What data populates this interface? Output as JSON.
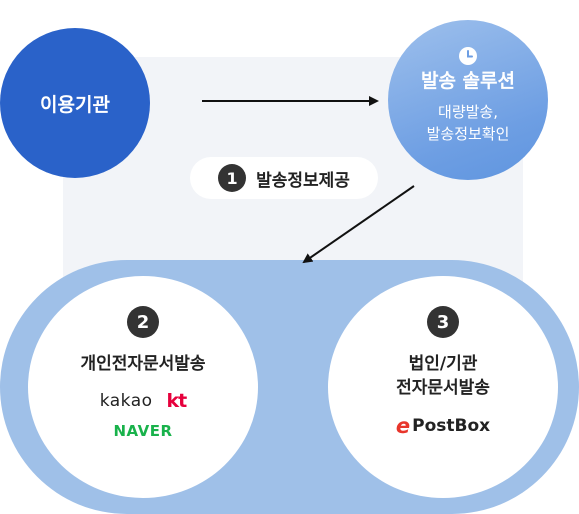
{
  "org": {
    "label": "이용기관"
  },
  "solution": {
    "title": "발송 솔루션",
    "sub_line1": "대량발송,",
    "sub_line2": "발송정보확인"
  },
  "step1": {
    "number": "1",
    "label": "발송정보제공"
  },
  "step2": {
    "number": "2",
    "label": "개인전자문서발송",
    "logos": {
      "kakao": "kakao",
      "kt": "kt",
      "naver": "NAVER"
    }
  },
  "step3": {
    "number": "3",
    "label_line1": "법인/기관",
    "label_line2": "전자문서발송",
    "logo": {
      "mark": "e",
      "text": "PostBox"
    }
  },
  "colors": {
    "org_circle": "#2a62c9",
    "solution_circle": "#6d9ee3",
    "outer_area": "#9fc0e8",
    "kt_red": "#e6003c",
    "naver_green": "#19b24b",
    "postbox_red": "#e8352b"
  },
  "icons": {
    "solution": "clock-icon"
  }
}
